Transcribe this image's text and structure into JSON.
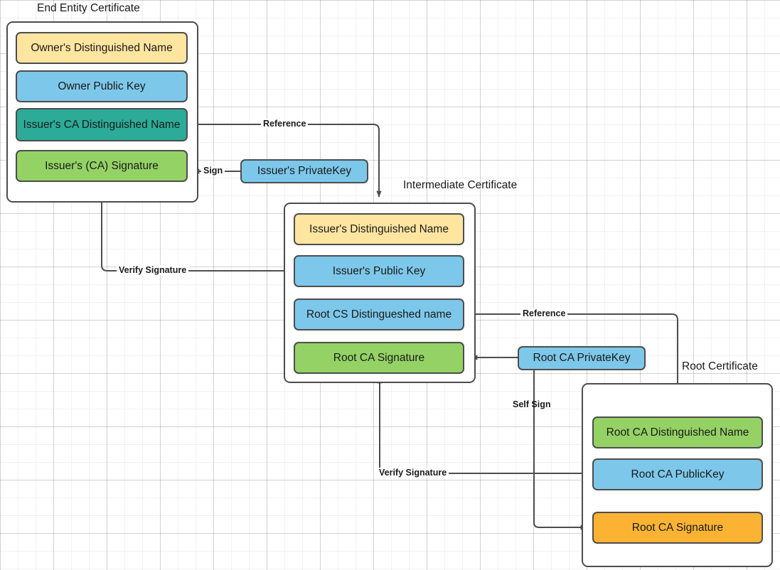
{
  "diagram": {
    "title_end_entity": "End Entity Certificate",
    "title_intermediate": "Intermediate Certificate",
    "title_root": "Root Certificate"
  },
  "colors": {
    "yellow": "#ffe5a0",
    "blue": "#7dc8ea",
    "teal": "#2cab99",
    "green": "#94d265",
    "orange": "#fcb333",
    "stroke": "#4d4d4d",
    "background": "#ffffff"
  },
  "end_entity_certificate": {
    "title": "End Entity Certificate",
    "fields": [
      {
        "label": "Owner's Distinguished Name",
        "color": "yellow"
      },
      {
        "label": "Owner Public  Key",
        "color": "blue"
      },
      {
        "label": "Issuer's CA Distinguished Name",
        "color": "teal"
      },
      {
        "label": "Issuer's (CA) Signature",
        "color": "green"
      }
    ]
  },
  "intermediate_certificate": {
    "title": "Intermediate Certificate",
    "fields": [
      {
        "label": "Issuer's Distinguished Name",
        "color": "yellow"
      },
      {
        "label": "Issuer's Public  Key",
        "color": "blue"
      },
      {
        "label": "Root CS Distingueshed name",
        "color": "blue"
      },
      {
        "label": "Root CA Signature",
        "color": "green"
      }
    ]
  },
  "root_certificate": {
    "title": "Root Certificate",
    "fields": [
      {
        "label": "Root CA Distinguished Name",
        "color": "green"
      },
      {
        "label": "Root CA PublicKey",
        "color": "blue"
      },
      {
        "label": "Root CA Signature",
        "color": "orange"
      }
    ]
  },
  "keys": [
    {
      "label": "Issuer's PrivateKey",
      "color": "blue"
    },
    {
      "label": "Root CA PrivateKey",
      "color": "blue"
    }
  ],
  "edge_labels": {
    "reference_top": "Reference",
    "sign": "Sign",
    "verify_signature_top": "Verify Signature",
    "reference_bottom": "Reference",
    "self_sign": "Self Sign",
    "verify_signature_bottom": "Verify Signature"
  }
}
